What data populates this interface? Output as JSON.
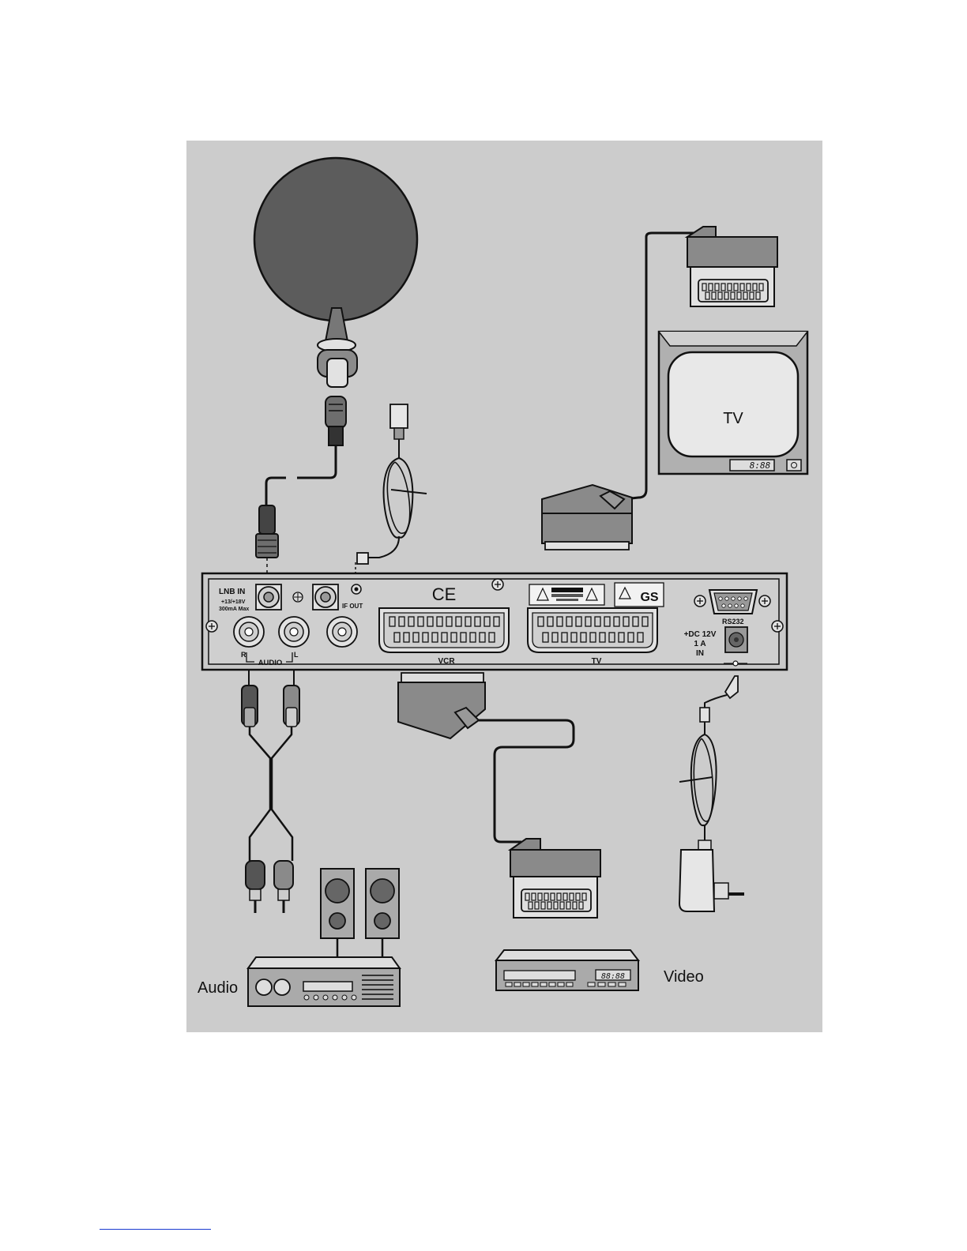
{
  "labels": {
    "lnb_in": "LNB IN",
    "lnb_spec_1": "+13/+18V",
    "lnb_spec_2": "300mA Max",
    "if_out": "IF OUT",
    "audio": "AUDIO",
    "audio_r": "R",
    "audio_l": "L",
    "vcr": "VCR",
    "tv_scart": "TV",
    "rs232": "RS232",
    "dc_1": "+DC 12V",
    "dc_2": "1 A",
    "dc_3": "IN",
    "ce_mark": "CE",
    "gs_mark": "GS",
    "tv_device": "TV",
    "tv_clock": "8:88",
    "vcr_clock": "88:88",
    "audio_device": "Audio",
    "video_device": "Video"
  },
  "colors": {
    "panel_bg": "#cccccc",
    "dish_fill": "#5c5c5c",
    "outline": "#111111",
    "light_part": "#e2e2e2",
    "mid_part": "#a8a8a8",
    "dark_part": "#6e6e6e"
  }
}
